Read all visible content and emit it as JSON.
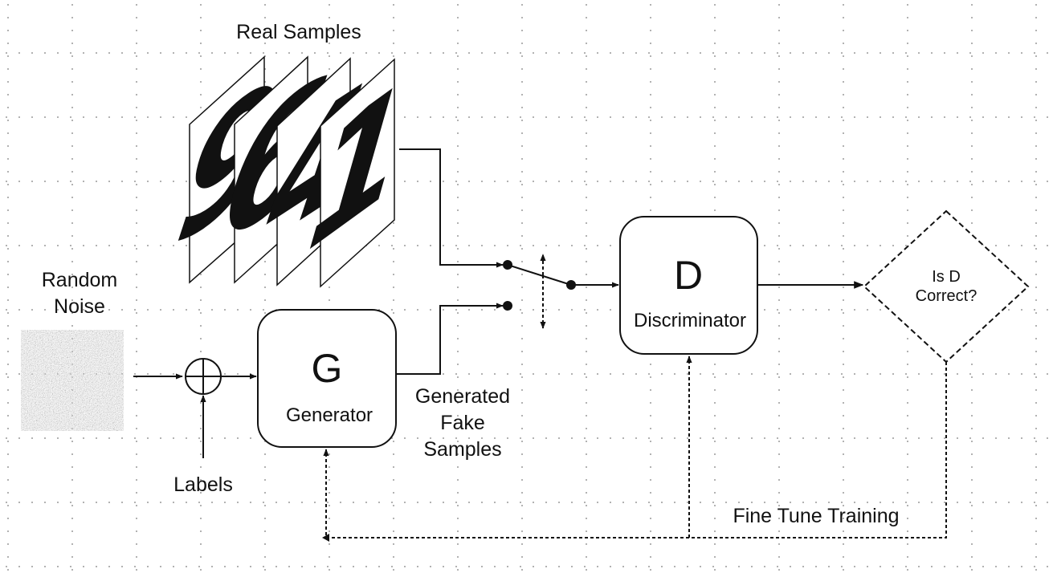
{
  "labels": {
    "real_samples": "Real Samples",
    "random_noise_line1": "Random",
    "random_noise_line2": "Noise",
    "labels": "Labels",
    "generator_letter": "G",
    "generator_name": "Generator",
    "generated_line1": "Generated",
    "generated_line2": "Fake",
    "generated_line3": "Samples",
    "discriminator_letter": "D",
    "discriminator_name": "Discriminator",
    "decision_line1": "Is D",
    "decision_line2": "Correct?",
    "fine_tune": "Fine Tune Training"
  },
  "real_sample_digits": [
    "9",
    "6",
    "4",
    "1"
  ],
  "icons": {
    "sum": "circled-plus-icon",
    "switch": "switch-icon",
    "noise": "noise-image"
  },
  "colors": {
    "line": "#111111",
    "grid_dot": "#9a9a9a",
    "background": "#ffffff"
  }
}
